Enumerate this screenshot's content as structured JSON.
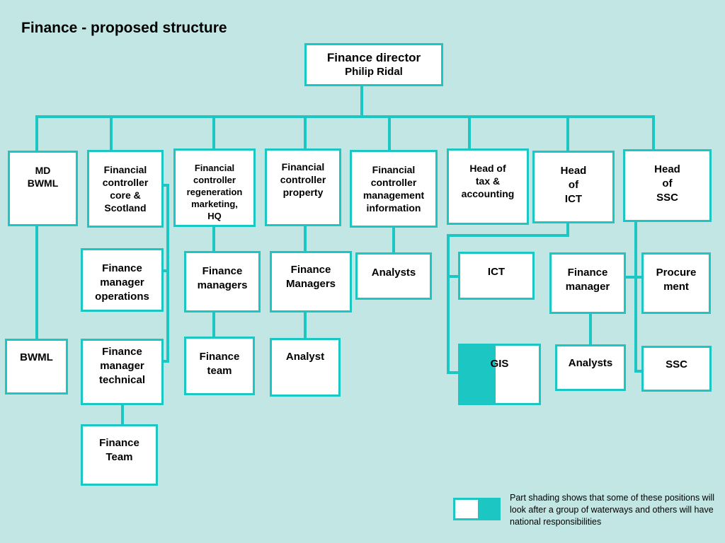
{
  "title": "Finance - proposed structure",
  "director": {
    "role": "Finance director",
    "name": "Philip Ridal"
  },
  "boxes": {
    "md_bwml": "MD\nBWML",
    "fc_core": "Financial\ncontroller\ncore &\nScotland",
    "fc_regen": "Financial\ncontroller\nregeneration\nmarketing,\nHQ",
    "fc_property": "Financial\ncontroller\nproperty",
    "fc_mi": "Financial\ncontroller\nmanagement\ninformation",
    "head_tax": "Head of\ntax &\naccounting",
    "head_ict": "Head\nof\nICT",
    "head_ssc": "Head\nof\nSSC",
    "fm_operations": "Finance\nmanager\noperations",
    "finance_managers": "Finance\nmanagers",
    "finance_managers_cap": "Finance\nManagers",
    "analysts_mi": "Analysts",
    "ict": "ICT",
    "finance_manager": "Finance\nmanager",
    "procurement": "Procure\nment",
    "bwml": "BWML",
    "fm_technical": "Finance\nmanager\ntechnical",
    "finance_team": "Finance\nteam",
    "analyst": "Analyst",
    "gis": "GIS",
    "analysts_fm": "Analysts",
    "ssc": "SSC",
    "finance_team_cap": "Finance\nTeam"
  },
  "legend": "Part shading shows that some of these positions will look after a group of waterways and others will have national responsibilities",
  "colors": {
    "background": "#c2e6e4",
    "accent": "#1cc6c2",
    "box": "#ffffff"
  }
}
